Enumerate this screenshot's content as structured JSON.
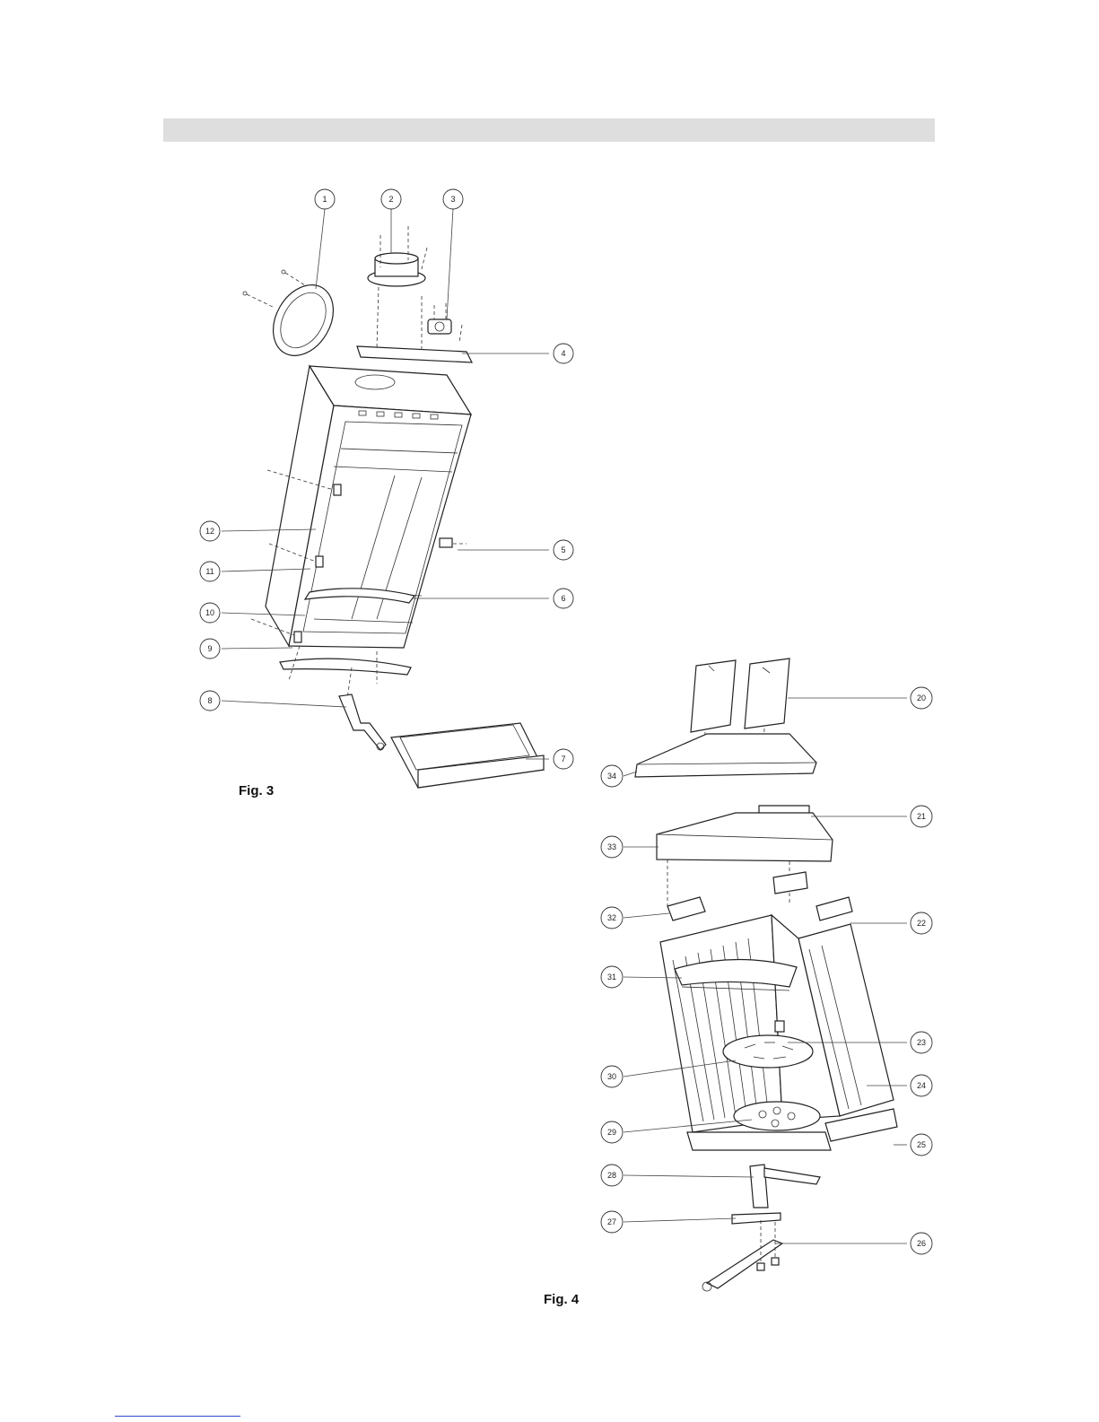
{
  "figures": {
    "fig3_caption": "Fig. 3",
    "fig4_caption": "Fig. 4"
  },
  "callouts_fig3": [
    "1",
    "2",
    "3",
    "4",
    "5",
    "6",
    "7",
    "8",
    "9",
    "10",
    "11",
    "12"
  ],
  "callouts_fig4": [
    "20",
    "21",
    "22",
    "23",
    "24",
    "25",
    "26",
    "27",
    "28",
    "29",
    "30",
    "31",
    "32",
    "33",
    "34"
  ]
}
